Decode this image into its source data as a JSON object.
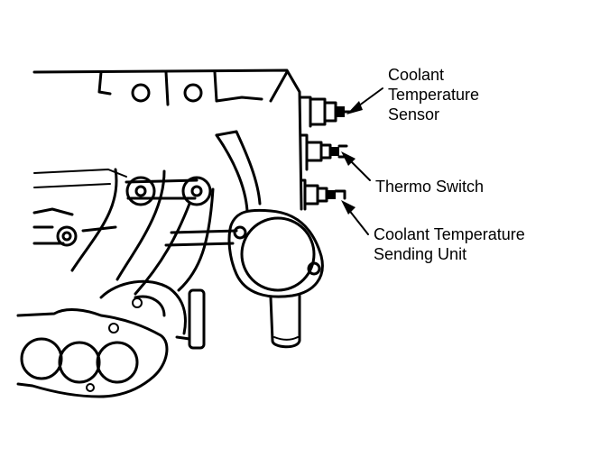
{
  "labels": {
    "coolant_temperature_sensor": [
      "Coolant",
      "Temperature",
      "Sensor"
    ],
    "thermo_switch": [
      "Thermo Switch"
    ],
    "coolant_temperature_sending_unit": [
      "Coolant Temperature",
      "Sending Unit"
    ]
  },
  "colors": {
    "ink": "#000000",
    "paper": "#ffffff"
  }
}
